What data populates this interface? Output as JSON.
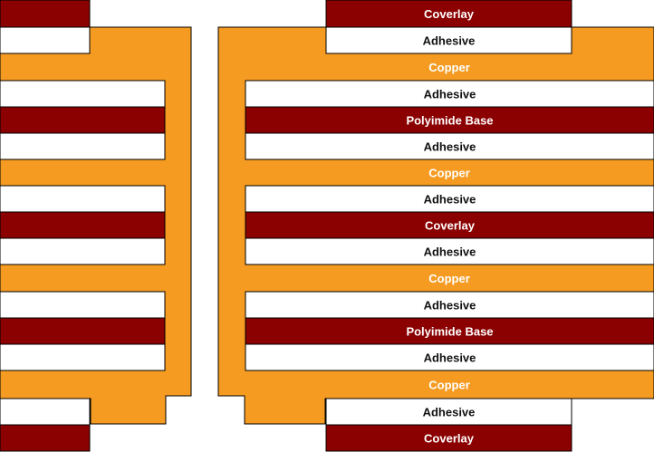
{
  "colors": {
    "copper": "#F59B22",
    "coverlay": "#8B0000",
    "adhesive": "#FFFFFF",
    "outline": "#000000",
    "dark_text": "#111111",
    "light_text": "#FFFFFF"
  },
  "layers": [
    {
      "label": "Coverlay",
      "material": "coverlay"
    },
    {
      "label": "Adhesive",
      "material": "adhesive"
    },
    {
      "label": "Copper",
      "material": "copper"
    },
    {
      "label": "Adhesive",
      "material": "adhesive"
    },
    {
      "label": "Polyimide Base",
      "material": "coverlay"
    },
    {
      "label": "Adhesive",
      "material": "adhesive"
    },
    {
      "label": "Copper",
      "material": "copper"
    },
    {
      "label": "Adhesive",
      "material": "adhesive"
    },
    {
      "label": "Coverlay",
      "material": "coverlay"
    },
    {
      "label": "Adhesive",
      "material": "adhesive"
    },
    {
      "label": "Copper",
      "material": "copper"
    },
    {
      "label": "Adhesive",
      "material": "adhesive"
    },
    {
      "label": "Polyimide Base",
      "material": "coverlay"
    },
    {
      "label": "Adhesive",
      "material": "adhesive"
    },
    {
      "label": "Copper",
      "material": "copper"
    },
    {
      "label": "Adhesive",
      "material": "adhesive"
    },
    {
      "label": "Coverlay",
      "material": "coverlay"
    }
  ]
}
